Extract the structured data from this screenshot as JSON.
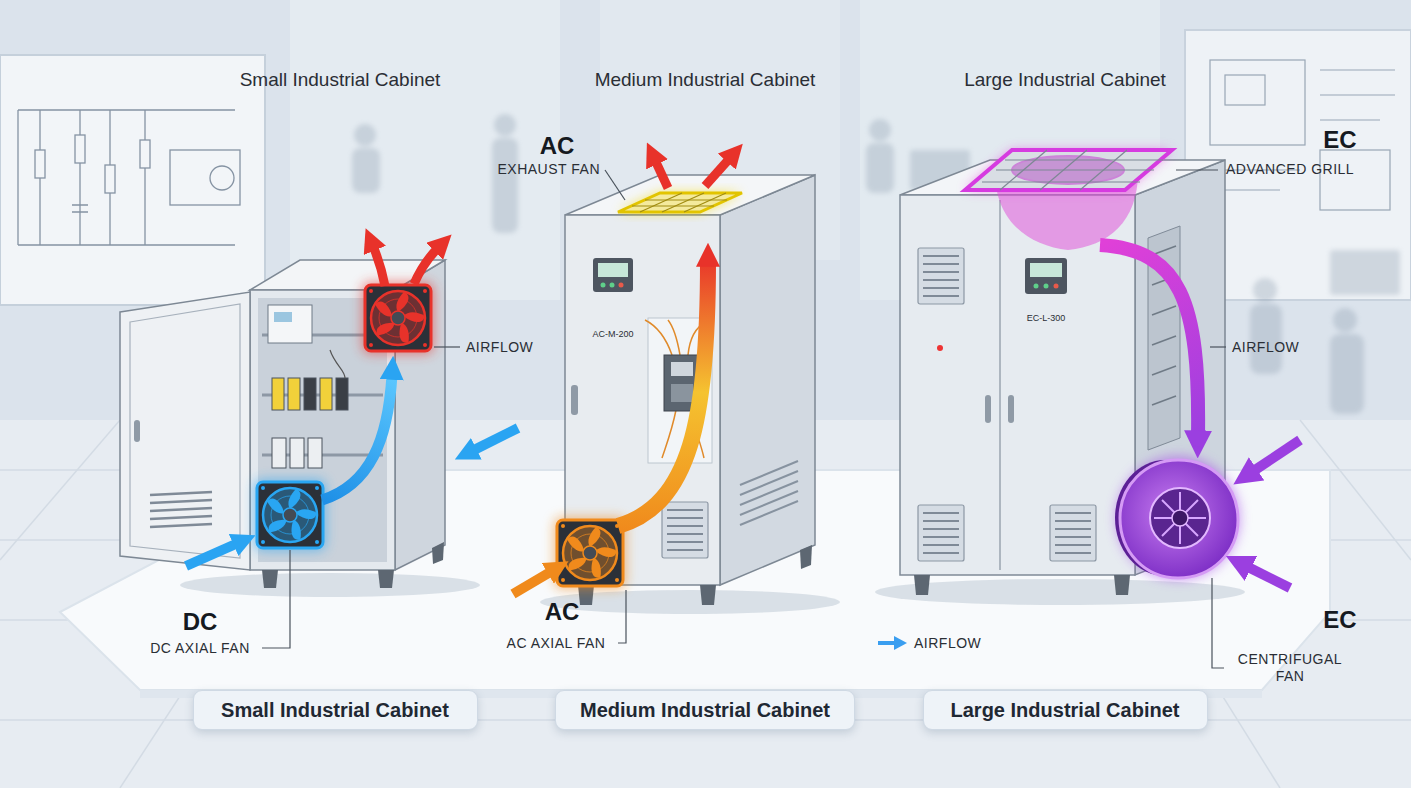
{
  "diagram": {
    "nodes": [
      {
        "text": [
          "Small Industrial Cabinet"
        ]
      },
      {
        "text": [
          "Medium Industrial Cabinet"
        ]
      },
      {
        "text": [
          "Large Industrial Cabinet"
        ]
      }
    ],
    "labels": [
      "Small Industrial Cabinet",
      "Medium Industrial Cabinet",
      "Large Industrial Cabinet",
      "AC",
      "EXHAUST FAN",
      "EC",
      "ADVANCED GRILL",
      "AC-M-200",
      "EC-L-300",
      "AIRFLOW",
      "AIRFLOW",
      "DC",
      "DC AXIAL FAN",
      "AC",
      "AC AXIAL FAN",
      "EC",
      "CENTRIFUGAL FAN"
    ],
    "legend": [
      {
        "text": "AIRFLOW"
      }
    ]
  }
}
